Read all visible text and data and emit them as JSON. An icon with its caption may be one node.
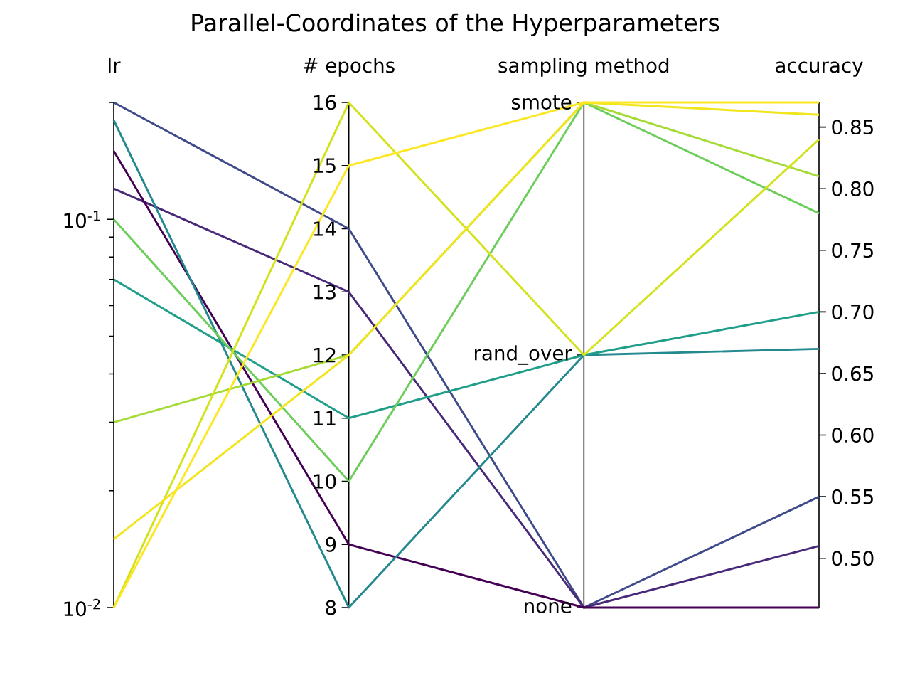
{
  "diagram": {
    "title": "Parallel-Coordinates of the Hyperparameters",
    "labels": [
      "lr",
      "# epochs",
      "sampling method",
      "accuracy",
      "16",
      "smote",
      "15",
      "0.85",
      "0.80",
      "14",
      "10$^{-1}$",
      "0.75",
      "13",
      "0.70",
      "12",
      "rand_over",
      "0.65",
      "11",
      "0.60",
      "10",
      "0.55",
      "9",
      "0.50",
      "10$^{-2}$",
      "8",
      "none"
    ]
  }
}
